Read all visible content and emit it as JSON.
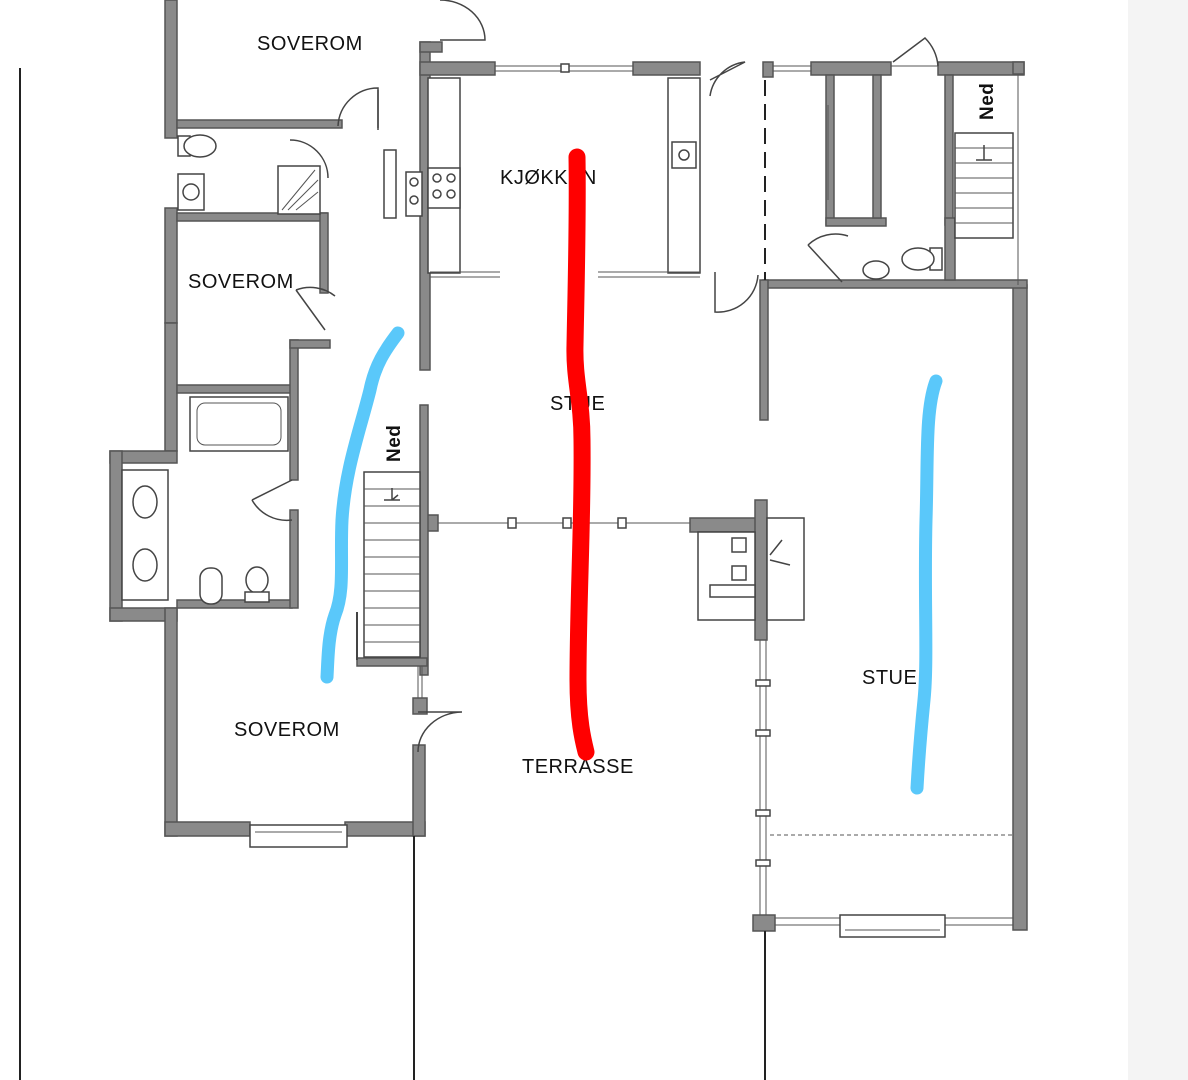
{
  "rooms": {
    "soverom_top": "SOVEROM",
    "soverom_mid": "SOVEROM",
    "soverom_bottom": "SOVEROM",
    "kjokken": "KJØKKEN",
    "stue_center": "STUE",
    "stue_right": "STUE",
    "terrasse": "TERRASSE"
  },
  "stairs": {
    "left_label": "Ned",
    "right_label": "Ned"
  },
  "annotations": {
    "red_line_color": "#ff0000",
    "blue_line_color": "#5ac8fa"
  }
}
